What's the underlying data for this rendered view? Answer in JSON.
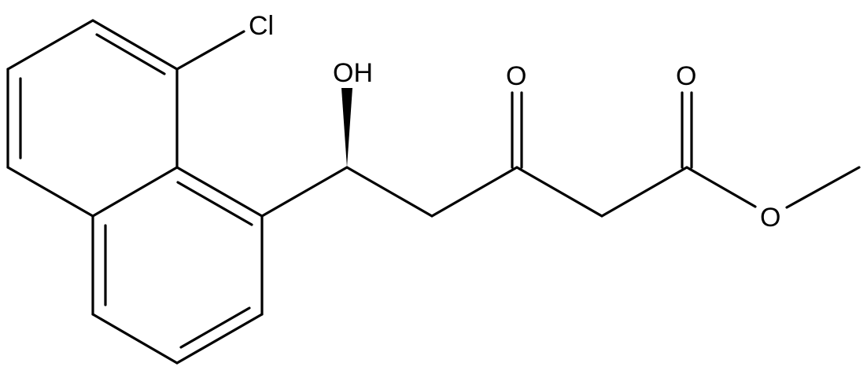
{
  "molecule": {
    "atoms": {
      "chlorine": "Cl",
      "hydroxyl": "OH",
      "ketone_oxygen": "O",
      "ester_carbonyl_oxygen": "O",
      "ester_ether_oxygen": "O"
    }
  }
}
